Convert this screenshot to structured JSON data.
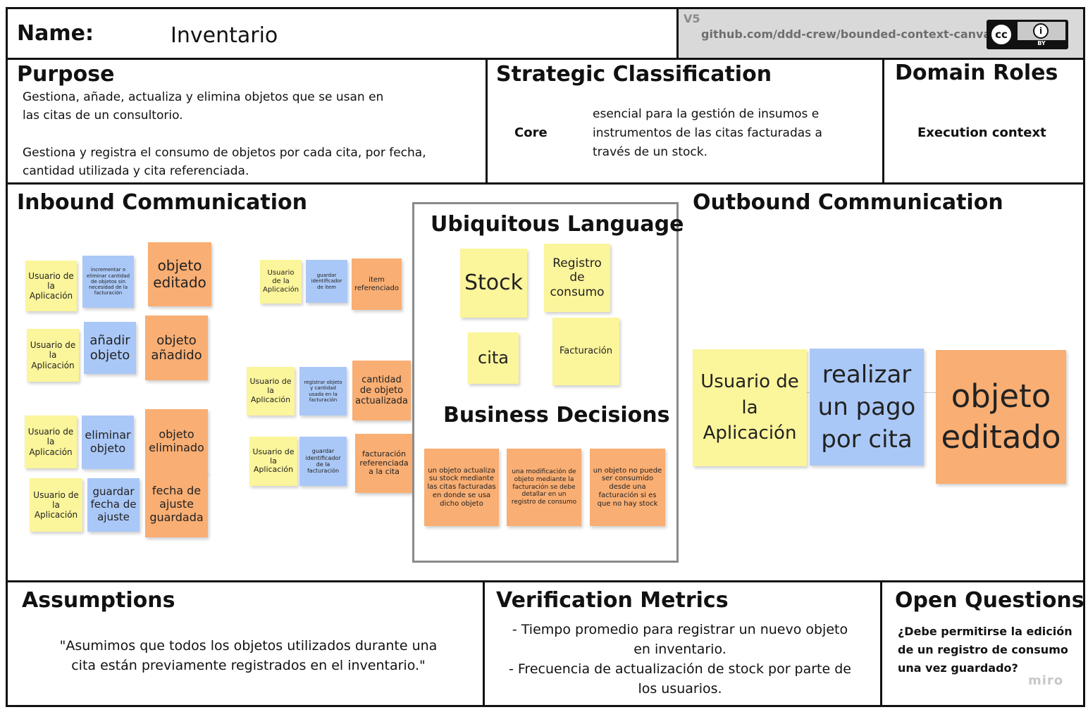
{
  "header": {
    "name_label": "Name:",
    "name_value": "Inventario",
    "version": "V5",
    "repo": "github.com/ddd-crew/bounded-context-canvas",
    "license_cc": "cc",
    "license_by": "BY"
  },
  "purpose": {
    "title": "Purpose",
    "line1": "Gestiona, añade, actualiza y elimina objetos que se usan en",
    "line2": "las citas de un consultorio.",
    "line3": "Gestiona y registra el consumo de objetos por cada cita, por fecha,",
    "line4": "cantidad utilizada y cita referenciada."
  },
  "strategic": {
    "title": "Strategic Classification",
    "core": "Core",
    "line1": "esencial para la gestión de insumos e",
    "line2": "instrumentos de las citas facturadas a",
    "line3": "través de un stock."
  },
  "domain_roles": {
    "title": "Domain Roles",
    "value": "Execution context"
  },
  "inbound": {
    "title": "Inbound Communication",
    "stickies": [
      "Usuario de la Aplicación",
      "incrementar o eliminar cantidad de objetos sin necesidad de la facturación",
      "objeto editado",
      "Usuario de la Aplicación",
      "añadir objeto",
      "objeto añadido",
      "Usuario de la Aplicación",
      "eliminar objeto",
      "objeto eliminado",
      "Usuario de la Aplicación",
      "guardar fecha de ajuste",
      "fecha de ajuste guardada",
      "Usuario de la Aplicación",
      "guardar identificador de item",
      "item referenciado",
      "Usuario de la Aplicación",
      "registrar objeto y cantidad usada en la facturación",
      "cantidad de objeto actualizada",
      "Usuario de la Aplicación",
      "guardar identificador de la facturación",
      "facturación referenciada a la cita"
    ]
  },
  "ubiquitous": {
    "title": "Ubiquitous Language",
    "stickies": [
      "Stock",
      "Registro de consumo",
      "cita",
      "Facturación"
    ]
  },
  "business": {
    "title": "Business Decisions",
    "stickies": [
      "un objeto actualiza su stock mediante las citas facturadas en donde se usa dicho objeto",
      "una modificación de objeto mediante la facturación se debe detallar en un registro de consumo",
      "un objeto no puede ser consumido desde una facturación si es que no hay stock"
    ]
  },
  "outbound": {
    "title": "Outbound Communication",
    "stickies": [
      "Usuario de la Aplicación",
      "realizar un pago por cita",
      "objeto editado"
    ]
  },
  "assumptions": {
    "title": "Assumptions",
    "line1": "\"Asumimos que todos los objetos utilizados durante una",
    "line2": "cita están previamente registrados en el inventario.\""
  },
  "verification": {
    "title": "Verification Metrics",
    "line1": "-  Tiempo promedio para registrar un nuevo objeto",
    "line2": "en inventario.",
    "line3": "- Frecuencia de actualización de stock por parte de",
    "line4": "los usuarios."
  },
  "open_questions": {
    "title": "Open Questions",
    "line1": "¿Debe permitirse la edición",
    "line2": "de un registro de consumo",
    "line3": "una vez guardado?"
  },
  "watermark": "miro",
  "colors": {
    "yellow": "#fbf59b",
    "blue": "#aac8f7",
    "orange": "#f9ae73",
    "border": "#111111",
    "header_gray": "#d9d9d9"
  }
}
